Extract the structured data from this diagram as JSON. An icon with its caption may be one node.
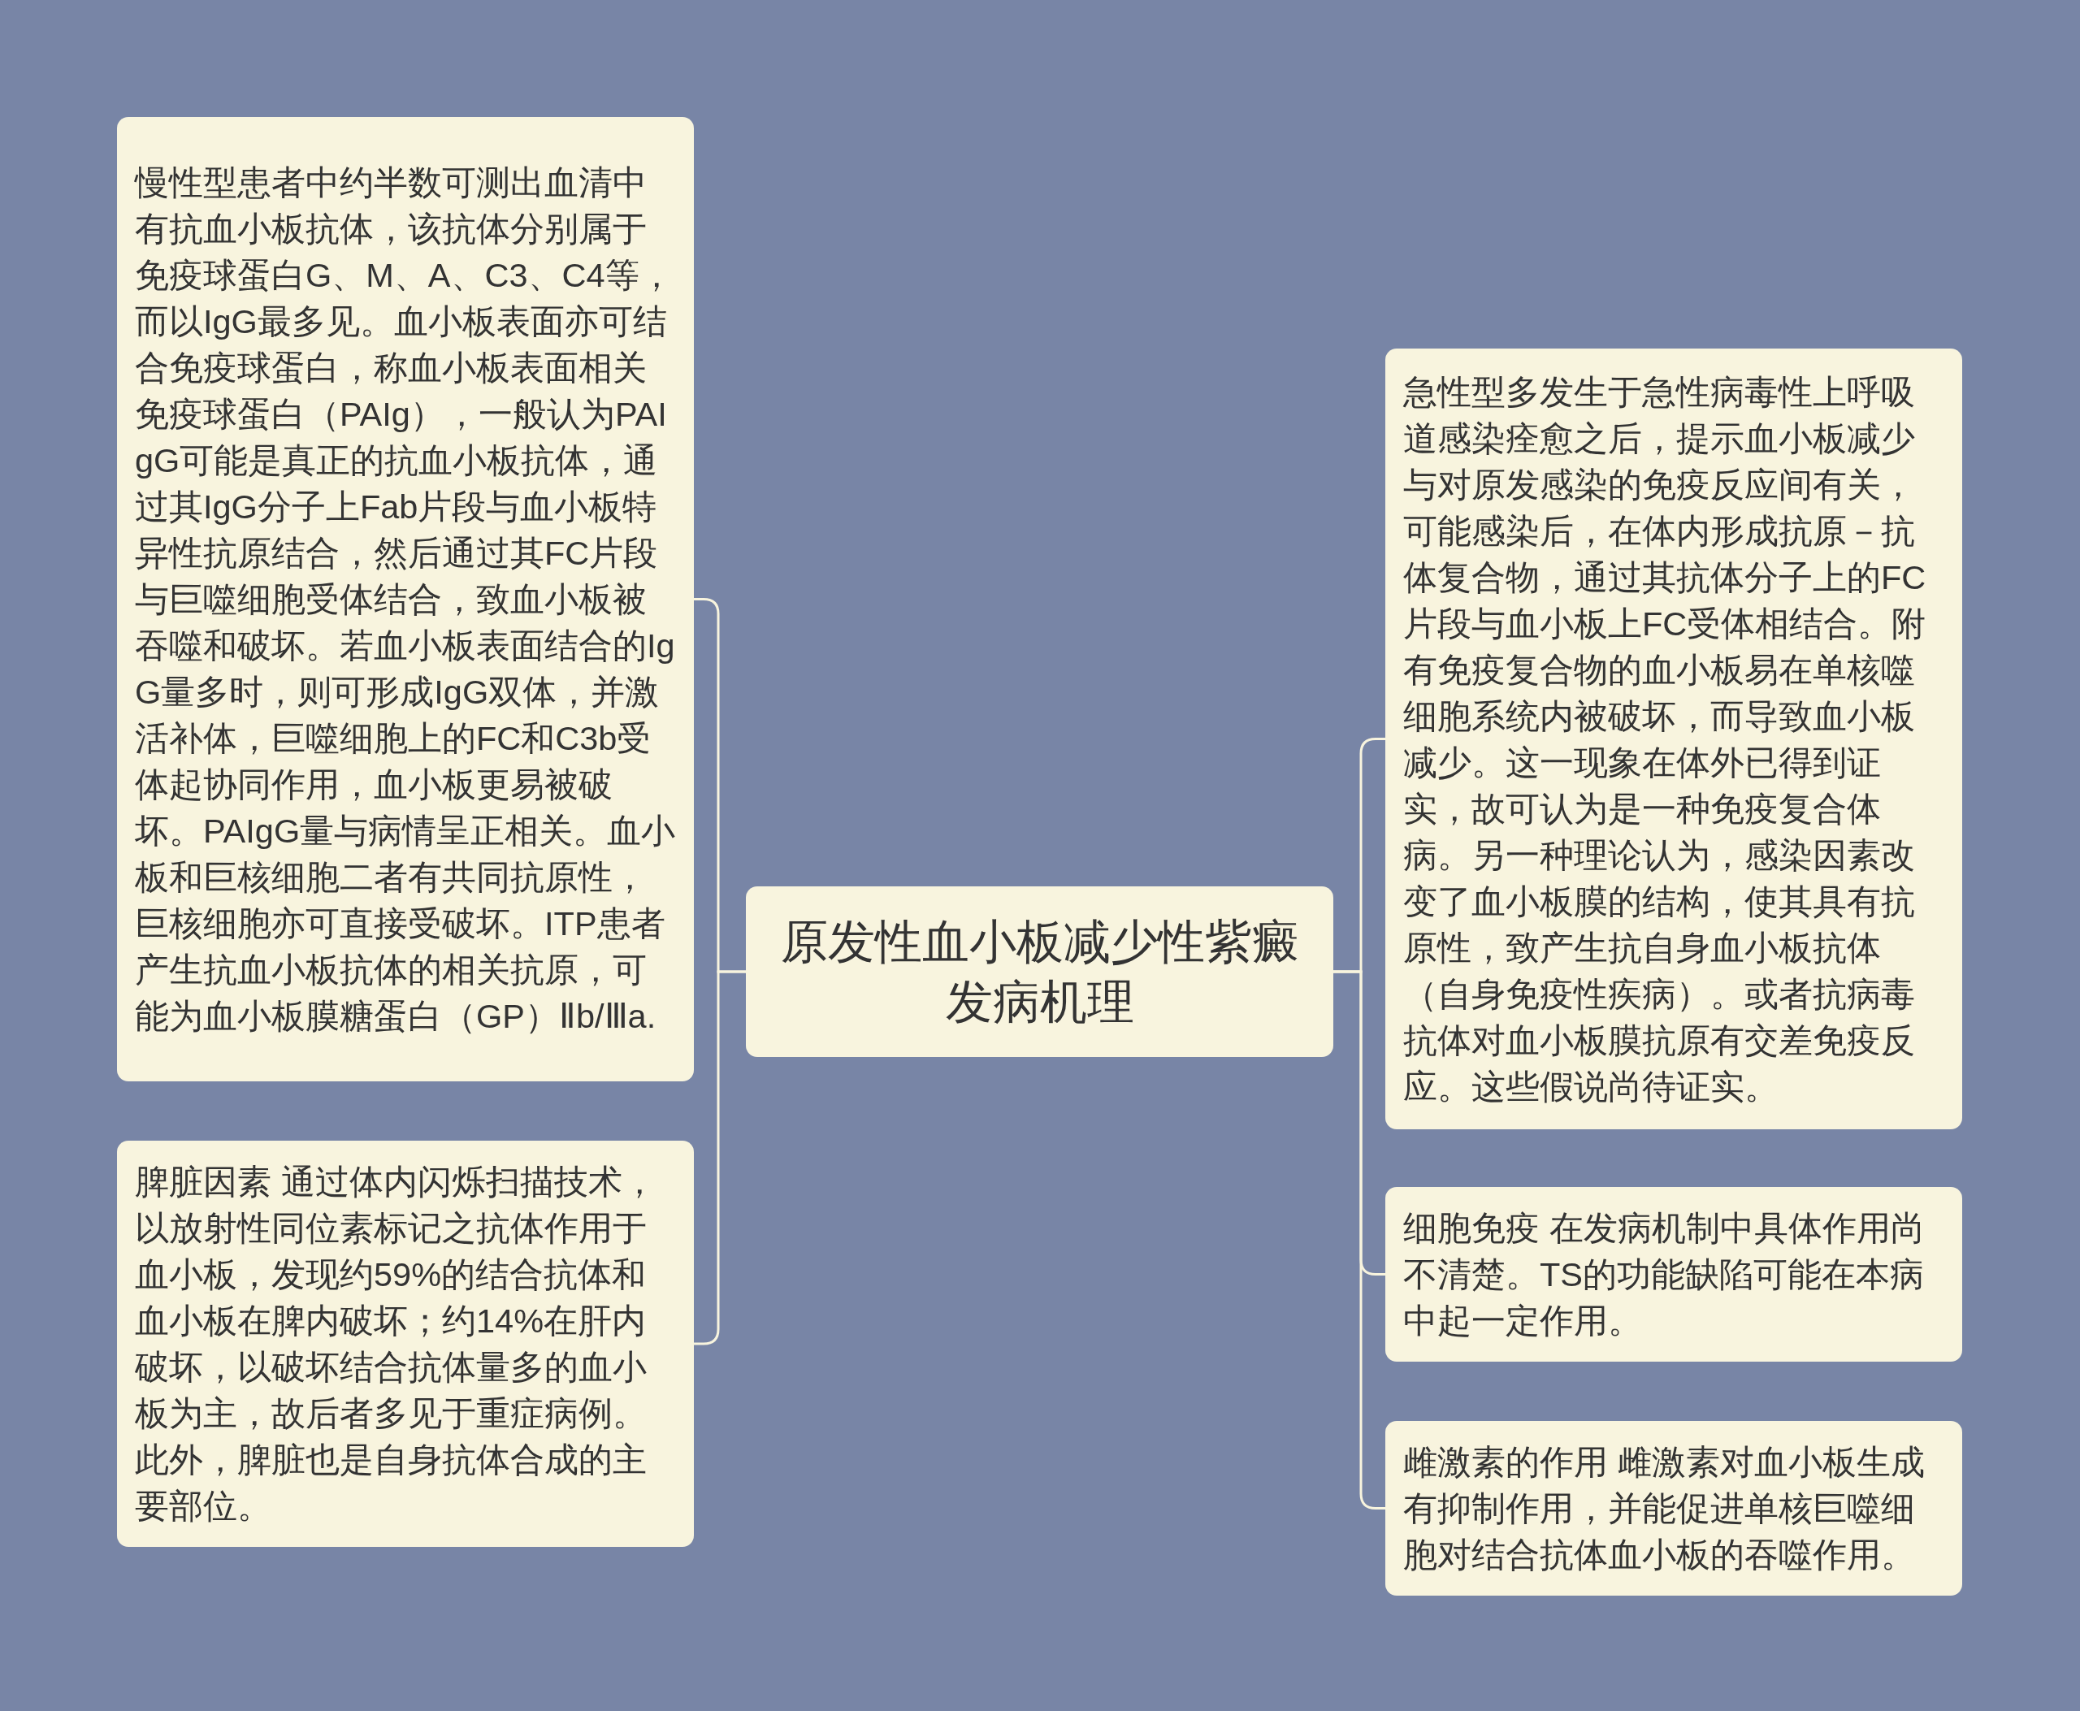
{
  "diagram": {
    "nodes": [
      {
        "text": [
          "原发性血小板减少性紫癜发病机理"
        ]
      },
      {
        "text": [
          "慢性型患者中约半数可测出血清中有抗血小板抗体，该抗体分别属于免疫球蛋白G、M、A、C3、C4等，而以IgG最多见。血小板表面亦可结合免疫球蛋白，称血小板表面相关免疫球蛋白（PAIg），一般认为PAIgG可能是真正的抗血小板抗体，通过其IgG分子上Fab片段与血小板特异性抗原结合，然后通过其FC片段与巨噬细胞受体结合，致血小板被吞噬和破坏。若血小板表面结合的IgG量多时，则可形成IgG双体，并激活补体，巨噬细胞上的FC和C3b受体起协同作用，血小板更易被破坏。PAIgG量与病情呈正相关。血小板和巨核细胞二者有共同抗原性，巨核细胞亦可直接受破坏。ITP患者产生抗血小板抗体的相关抗原，可能为血小板膜糖蛋白（GP）Ⅱb/Ⅲa."
        ]
      },
      {
        "text": [
          "脾脏因素 通过体内闪烁扫描技术，以放射性同位素标记之抗体作用于血小板，发现约59%的结合抗体和血小板在脾内破坏；约14%在肝内破坏，以破坏结合抗体量多的血小板为主，故后者多见于重症病例。此外，脾脏也是自身抗体合成的主要部位。"
        ]
      },
      {
        "text": [
          "急性型多发生于急性病毒性上呼吸道感染痊愈之后，提示血小板减少与对原发感染的免疫反应间有关，可能感染后，在体内形成抗原－抗体复合物，通过其抗体分子上的FC片段与血小板上FC受体相结合。附有免疫复合物的血小板易在单核噬细胞系统内被破坏，而导致血小板减少。这一现象在体外已得到证实，故可认为是一种免疫复合体病。另一种理论认为，感染因素改变了血小板膜的结构，使其具有抗原性，致产生抗自身血小板抗体（自身免疫性疾病）。或者抗病毒抗体对血小板膜抗原有交差免疫反应。这些假说尚待证实。"
        ]
      },
      {
        "text": [
          "细胞免疫 在发病机制中具体作用尚不清楚。TS的功能缺陷可能在本病中起一定作用。"
        ]
      },
      {
        "text": [
          "雌激素的作用 雌激素对血小板生成有抑制作用，并能促进单核巨噬细胞对结合抗体血小板的吞噬作用。"
        ]
      }
    ],
    "edges": [
      {
        "from": 0,
        "to": 1,
        "arrow": "none"
      },
      {
        "from": 0,
        "to": 2,
        "arrow": "none"
      },
      {
        "from": 0,
        "to": 3,
        "arrow": "none"
      },
      {
        "from": 0,
        "to": 4,
        "arrow": "none"
      },
      {
        "from": 0,
        "to": 5,
        "arrow": "none"
      }
    ]
  }
}
